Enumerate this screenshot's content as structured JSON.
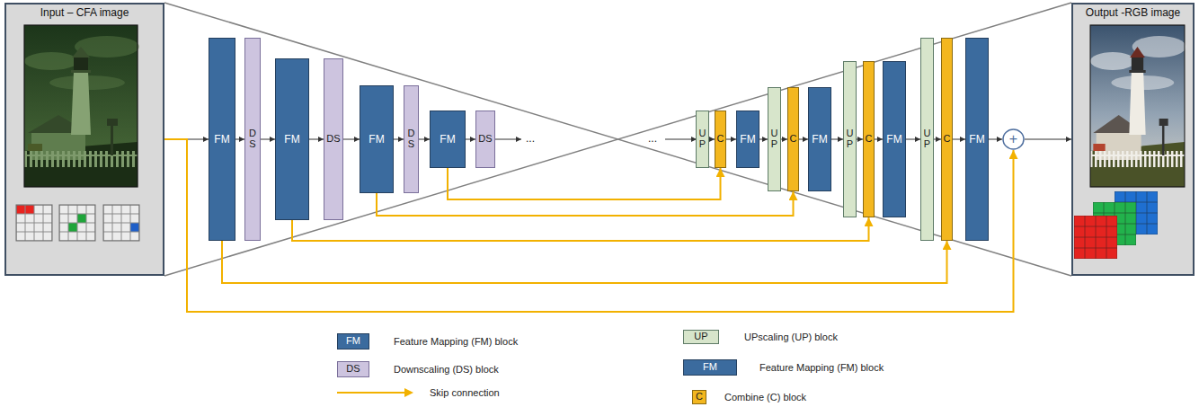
{
  "diagram": {
    "nodes": [
      {
        "text": [
          "Input – CFA image"
        ]
      },
      {
        "text": [
          "FM"
        ]
      },
      {
        "text": [
          "D S"
        ]
      },
      {
        "text": [
          "FM"
        ]
      },
      {
        "text": [
          "DS"
        ]
      },
      {
        "text": [
          "FM"
        ]
      },
      {
        "text": [
          "D S"
        ]
      },
      {
        "text": [
          "FM"
        ]
      },
      {
        "text": [
          "DS"
        ]
      },
      {
        "text": [
          "U P"
        ]
      },
      {
        "text": [
          "C"
        ]
      },
      {
        "text": [
          "FM"
        ]
      },
      {
        "text": [
          "U P"
        ]
      },
      {
        "text": [
          "C"
        ]
      },
      {
        "text": [
          "FM"
        ]
      },
      {
        "text": [
          "U P"
        ]
      },
      {
        "text": [
          "C"
        ]
      },
      {
        "text": [
          "FM"
        ]
      },
      {
        "text": [
          "U P"
        ]
      },
      {
        "text": [
          "C"
        ]
      },
      {
        "text": [
          "FM"
        ]
      },
      {
        "text": [
          "+"
        ]
      },
      {
        "text": [
          "Output -RGB image"
        ]
      }
    ],
    "edges": [
      {
        "from": 0,
        "to": 1,
        "arrow": "to"
      },
      {
        "from": 1,
        "to": 2,
        "arrow": "to"
      },
      {
        "from": 2,
        "to": 3,
        "arrow": "to"
      },
      {
        "from": 3,
        "to": 4,
        "arrow": "to"
      },
      {
        "from": 4,
        "to": 5,
        "arrow": "to"
      },
      {
        "from": 5,
        "to": 6,
        "arrow": "to"
      },
      {
        "from": 6,
        "to": 7,
        "arrow": "to"
      },
      {
        "from": 7,
        "to": 8,
        "arrow": "to"
      },
      {
        "from": 9,
        "to": 10,
        "arrow": "to"
      },
      {
        "from": 10,
        "to": 11,
        "arrow": "to"
      },
      {
        "from": 11,
        "to": 12,
        "arrow": "to"
      },
      {
        "from": 12,
        "to": 13,
        "arrow": "to"
      },
      {
        "from": 13,
        "to": 14,
        "arrow": "to"
      },
      {
        "from": 14,
        "to": 15,
        "arrow": "to"
      },
      {
        "from": 15,
        "to": 16,
        "arrow": "to"
      },
      {
        "from": 16,
        "to": 17,
        "arrow": "to"
      },
      {
        "from": 17,
        "to": 18,
        "arrow": "to"
      },
      {
        "from": 18,
        "to": 19,
        "arrow": "to"
      },
      {
        "from": 19,
        "to": 20,
        "arrow": "to"
      },
      {
        "from": 20,
        "to": 21,
        "arrow": "to"
      },
      {
        "from": 21,
        "to": 22,
        "arrow": "to"
      },
      {
        "from": 7,
        "to": 10,
        "arrow": "to"
      },
      {
        "from": 5,
        "to": 13,
        "arrow": "to"
      },
      {
        "from": 3,
        "to": 16,
        "arrow": "to"
      },
      {
        "from": 1,
        "to": 19,
        "arrow": "to"
      },
      {
        "from": 0,
        "to": 21,
        "arrow": "to"
      }
    ],
    "labels": [
      "...",
      "...",
      "FM",
      "DS",
      "UP",
      "FM",
      "C"
    ],
    "legend": [
      {
        "text": "Feature Mapping (FM) block",
        "color": "#3b6b9e"
      },
      {
        "text": "Downscaling (DS) block",
        "color": "#cdc4df"
      },
      {
        "text": "Skip connection"
      },
      {
        "text": "UPscaling (UP) block",
        "color": "#d7e5cb"
      },
      {
        "text": "Feature Mapping (FM) block",
        "color": "#3b6b9e"
      },
      {
        "text": "Combine (C) block",
        "color": "#f3b71f"
      }
    ]
  }
}
